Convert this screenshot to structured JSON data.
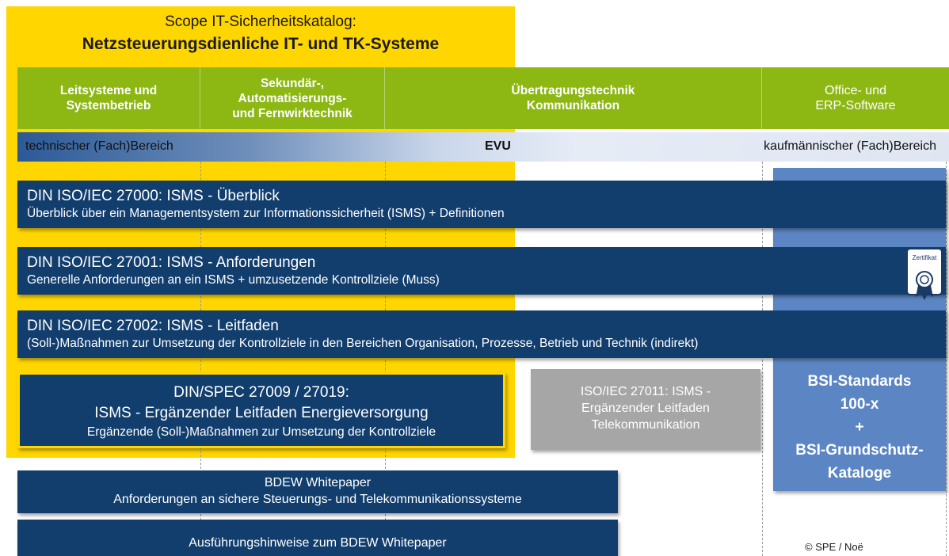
{
  "header": {
    "line1": "Scope IT-Sicherheitskatalog:",
    "line2": "Netzsteuerungsdienliche IT- und TK-Systeme"
  },
  "columns": {
    "c1": [
      "Leitsysteme und",
      "Systembetrieb"
    ],
    "c2": [
      "Sekundär-,",
      "Automatisierungs-",
      "und Fernwirktechnik"
    ],
    "c3": [
      "Übertragungstechnik",
      "Kommunikation"
    ],
    "c4": [
      "Office- und",
      "ERP-Software"
    ]
  },
  "evu_bar": {
    "left": "technischer (Fach)Bereich",
    "center": "EVU",
    "right": "kaufmännischer (Fach)Bereich"
  },
  "standards": {
    "s27000": {
      "title": "DIN ISO/IEC 27000: ISMS - Überblick",
      "subtitle": "Überblick über ein Managementsystem zur Informationssicherheit (ISMS) + Definitionen"
    },
    "s27001": {
      "title": "DIN ISO/IEC 27001: ISMS - Anforderungen",
      "subtitle": "Generelle Anforderungen an ein ISMS + umzusetzende Kontrollziele (Muss)"
    },
    "s27002": {
      "title": "DIN ISO/IEC 27002: ISMS - Leitfaden",
      "subtitle": "(Soll-)Maßnahmen zur Umsetzung der Kontrollziele in den Bereichen Organisation, Prozesse, Betrieb und Technik (indirekt)"
    },
    "spec": {
      "line1": "DIN/SPEC 27009 / 27019:",
      "line2": "ISMS - Ergänzender Leitfaden Energieversorgung",
      "line3": "Ergänzende (Soll-)Maßnahmen zur Umsetzung der Kontrollziele"
    },
    "s27011": [
      "ISO/IEC 27011: ISMS -",
      "Ergänzender Leitfaden",
      "Telekommunikation"
    ]
  },
  "certificate_label": "Zertifikat",
  "bsi": [
    "BSI-Standards",
    "100-x",
    "+",
    "BSI-Grundschutz-",
    "Kataloge"
  ],
  "bdew": {
    "line1": "BDEW Whitepaper",
    "line2": "Anforderungen an sichere Steuerungs- und Telekommunikationssysteme"
  },
  "bdew_hints": "Ausführungshinweise zum BDEW Whitepaper",
  "copyright": "© SPE / Noë",
  "colors": {
    "scope_yellow": "#FFD600",
    "column_green": "#8DB814",
    "standard_blue": "#123E6E",
    "bsi_blue": "#5B86C3",
    "telecom_gray": "#A6A6A6"
  }
}
